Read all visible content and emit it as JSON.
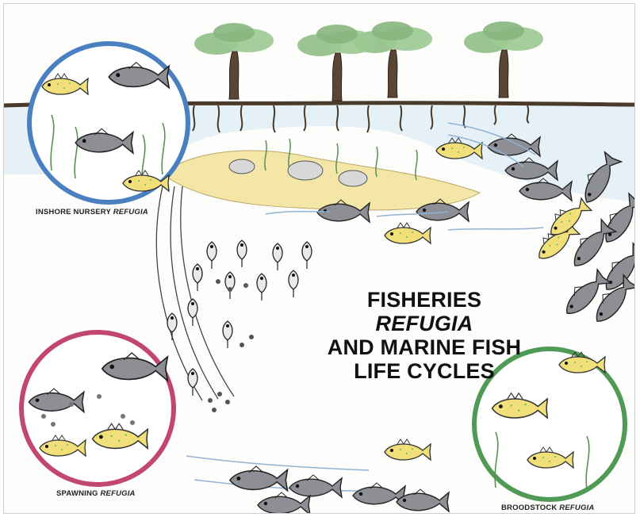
{
  "title": {
    "line1": "FISHERIES",
    "line2": "REFUGIA",
    "line3": "AND MARINE FISH",
    "line4": "LIFE CYCLES"
  },
  "labels": {
    "inshore": {
      "text": "INSHORE NURSERY ",
      "emphasis": "REFUGIA"
    },
    "spawning": {
      "text": "SPAWNING ",
      "emphasis": "REFUGIA"
    },
    "broodstock": {
      "text": "BROODSTOCK ",
      "emphasis": "REFUGIA"
    }
  },
  "colors": {
    "inshore_ring": "#4a7fc0",
    "spawning_ring": "#c2476f",
    "broodstock_ring": "#4f9a55",
    "sand": "#f3e6a6",
    "water": "#cfe3f2",
    "foliage": "#8fbf86",
    "yellow_fish": "#f1e07a",
    "grey_fish": "#8d8f95"
  }
}
